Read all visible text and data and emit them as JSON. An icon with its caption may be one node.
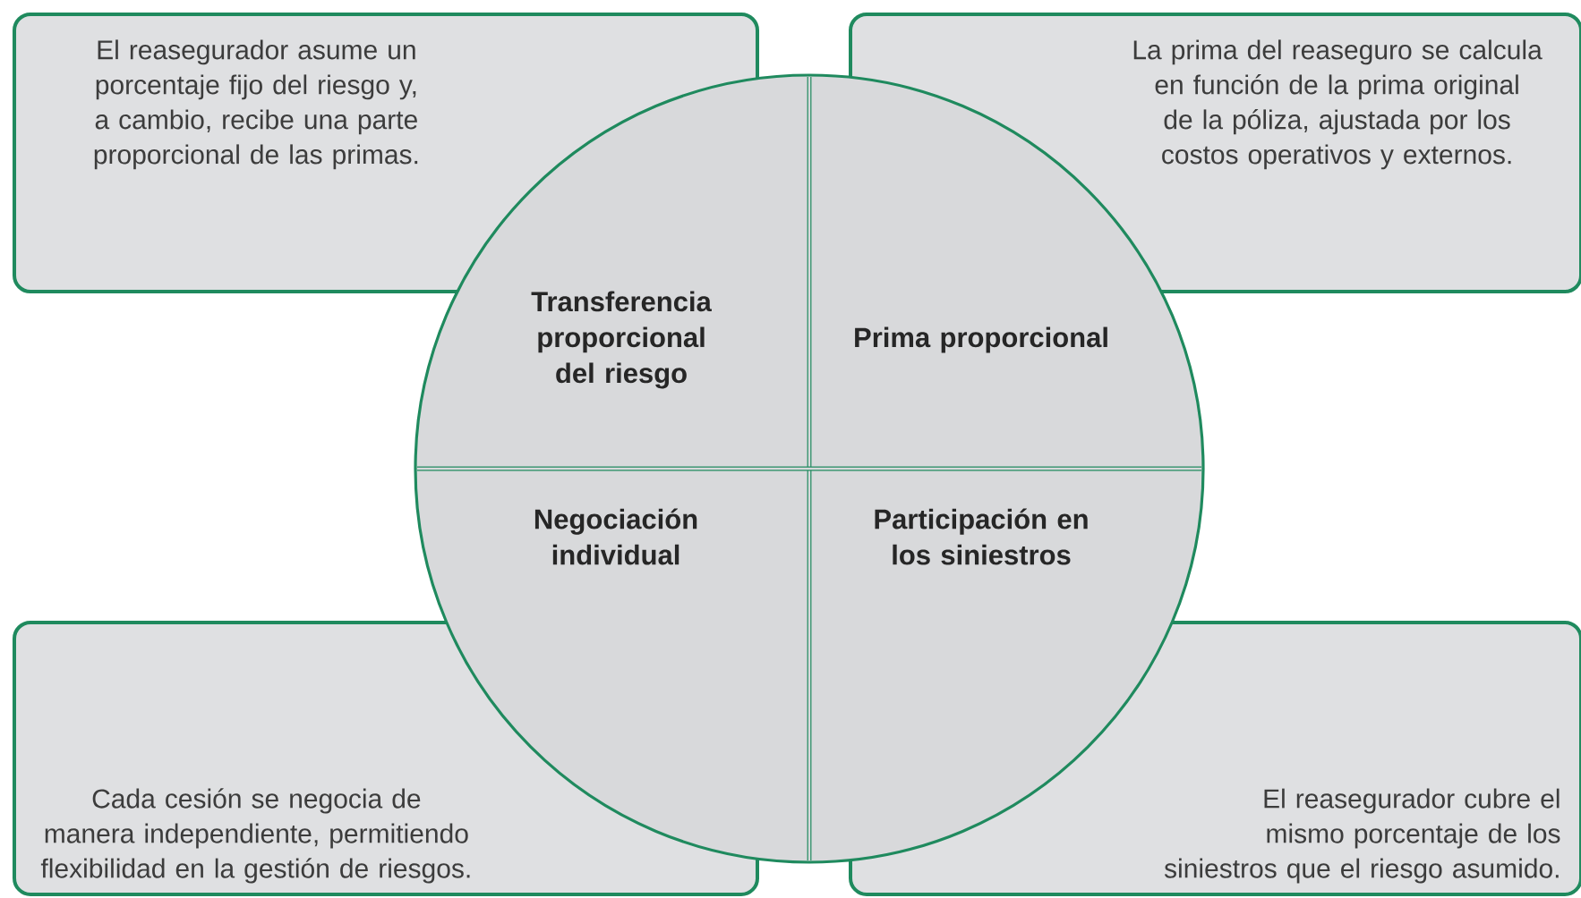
{
  "diagram": {
    "nodes": [
      {
        "text": [
          "El reasegurador asume un porcentaje fijo del riesgo y, a cambio, recibe una parte proporcional de las primas."
        ]
      },
      {
        "text": [
          "La prima del reaseguro se calcula en función de la prima original de la póliza, ajustada por los costos operativos y externos."
        ]
      },
      {
        "text": [],
        "shape": "circle"
      },
      {
        "text": [
          "Transferencia proporcional del riesgo"
        ],
        "in": 2
      },
      {
        "text": [
          "Prima proporcional"
        ],
        "in": 2
      },
      {
        "text": [
          "Negociación individual"
        ],
        "in": 2
      },
      {
        "text": [
          "Participación en los siniestros"
        ],
        "in": 2
      },
      {
        "text": [
          "Cada cesión se negocia de manera independiente, permitiendo flexibilidad en la gestión de riesgos."
        ]
      },
      {
        "text": [
          "El reasegurador cubre el mismo porcentaje de los siniestros que el riesgo asumido."
        ]
      }
    ]
  }
}
